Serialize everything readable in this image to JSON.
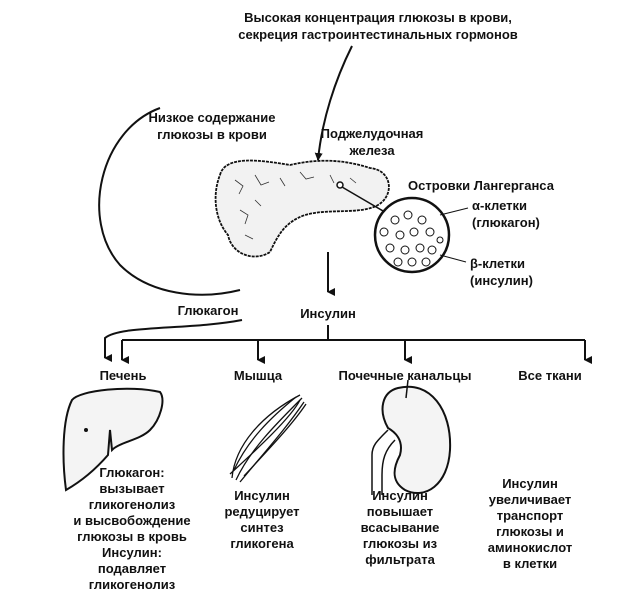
{
  "top_label": [
    "Высокая концентрация глюкозы в крови,",
    "секреция гастроинтестинальных гормонов"
  ],
  "low_glucose": [
    "Низкое содержание",
    "глюкозы в крови"
  ],
  "pancreas": [
    "Поджелудочная",
    "железа"
  ],
  "islets": "Островки Лангерганса",
  "alpha": [
    "α-клетки",
    "(глюкагон)"
  ],
  "beta": [
    "β-клетки",
    "(инсулин)"
  ],
  "glucagon": "Глюкагон",
  "insulin": "Инсулин",
  "targets": [
    {
      "label": "Печень",
      "effect": [
        "Глюкагон:",
        "вызывает",
        "гликогенолиз",
        "и высвобождение",
        "глюкозы в кровь",
        "Инсулин:",
        "подавляет",
        "гликогенолиз"
      ]
    },
    {
      "label": "Мышца",
      "effect": [
        "Инсулин",
        "редуцирует",
        "синтез",
        "гликогена"
      ]
    },
    {
      "label": "Почечные  канальцы",
      "effect": [
        "Инсулин",
        "повышает",
        "всасывание",
        "глюкозы из",
        "фильтрата"
      ]
    },
    {
      "label": "Все ткани",
      "effect": [
        "Инсулин",
        "увеличивает",
        "транспорт",
        "глюкозы и",
        "аминокислот",
        "в клетки"
      ]
    }
  ]
}
